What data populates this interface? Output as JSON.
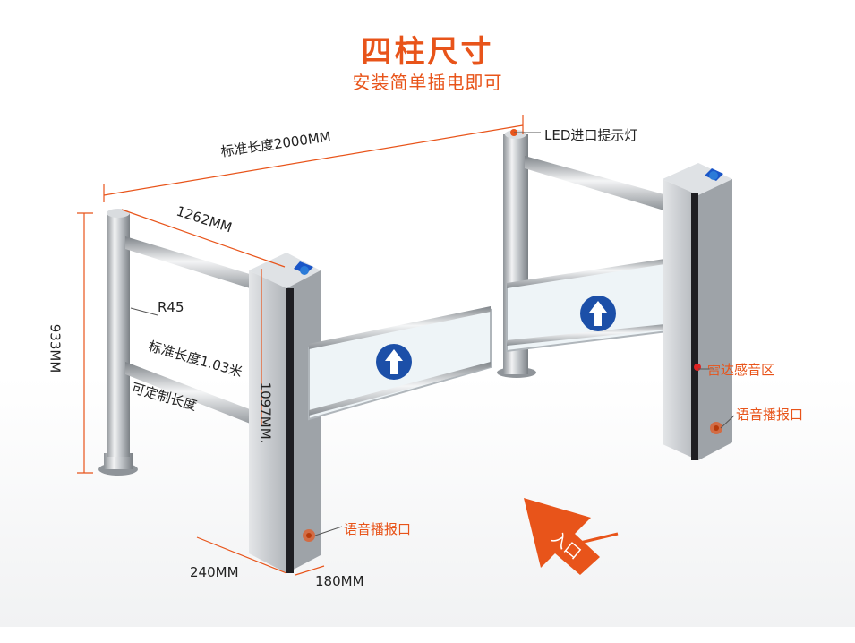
{
  "header": {
    "title": "四柱尺寸",
    "subtitle": "安装简单插电即可"
  },
  "dimensions": {
    "total_length": "标准长度2000MM",
    "post_spacing": "1262MM",
    "radius": "R45",
    "standard_arm": "标准长度1.03米",
    "custom_length": "可定制长度",
    "post_height": "933MM",
    "cabinet_height": "1097MM.",
    "cabinet_width": "240MM",
    "cabinet_depth": "180MM"
  },
  "features": {
    "led": "LED进口提示灯",
    "radar": "雷达感音区",
    "speaker_right": "语音播报口",
    "speaker_left": "语音播报口"
  },
  "entrance": {
    "label": "入口"
  },
  "colors": {
    "accent": "#e8541a",
    "steel": "#b8bcc0",
    "sign_blue": "#1c4fa8"
  }
}
